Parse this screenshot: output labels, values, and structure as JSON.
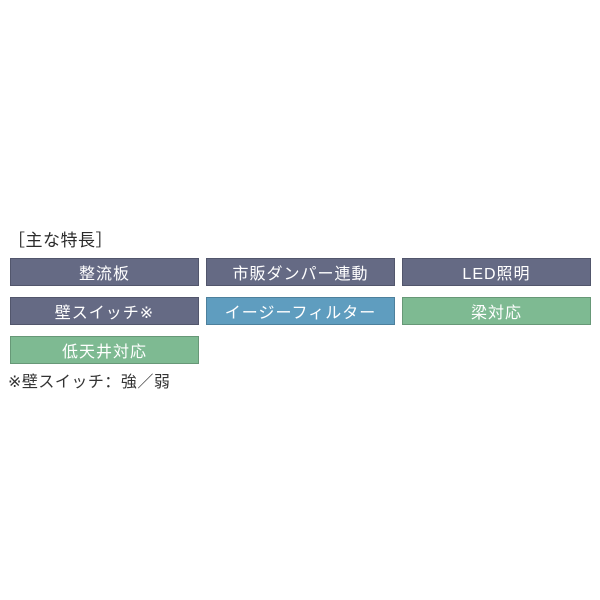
{
  "page": {
    "background": "#ffffff"
  },
  "header": {
    "title": "［主な特長］"
  },
  "features": {
    "colors": {
      "dark": "#656a84",
      "blue": "#5f9dbf",
      "green": "#7eba92",
      "text": "#ffffff"
    },
    "rows": [
      [
        {
          "label": "整流板",
          "type": "dark"
        },
        {
          "label": "市販ダンパー連動",
          "type": "dark"
        },
        {
          "label": "LED照明",
          "type": "dark"
        }
      ],
      [
        {
          "label": "壁スイッチ※",
          "type": "dark"
        },
        {
          "label": "イージーフィルター",
          "type": "blue"
        },
        {
          "label": "梁対応",
          "type": "green"
        }
      ],
      [
        {
          "label": "低天井対応",
          "type": "green"
        }
      ]
    ]
  },
  "footnote": {
    "text": "※壁スイッチ：強／弱"
  }
}
